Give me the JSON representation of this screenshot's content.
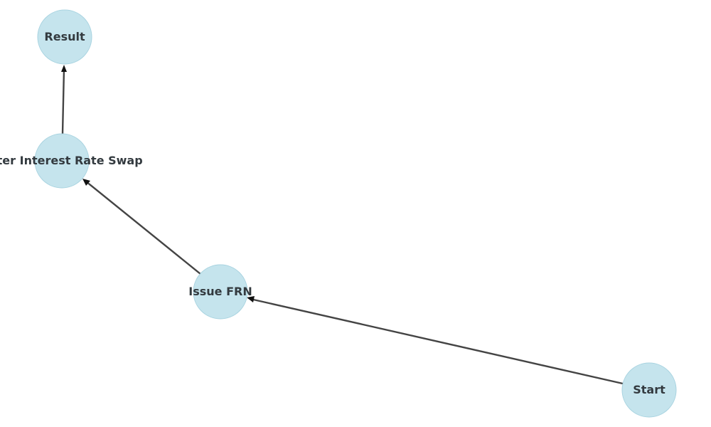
{
  "diagram": {
    "nodes": [
      {
        "id": "result",
        "label": "Result"
      },
      {
        "id": "swap",
        "label": "Enter Interest Rate Swap"
      },
      {
        "id": "frn",
        "label": "Issue FRN"
      },
      {
        "id": "start",
        "label": "Start"
      }
    ],
    "edges": [
      {
        "from": "start",
        "to": "frn"
      },
      {
        "from": "frn",
        "to": "swap"
      },
      {
        "from": "swap",
        "to": "result"
      }
    ],
    "colors": {
      "node_fill": "#add8e6",
      "edge": "#444444",
      "arrowhead": "#111111",
      "label": "#333a3f"
    }
  }
}
